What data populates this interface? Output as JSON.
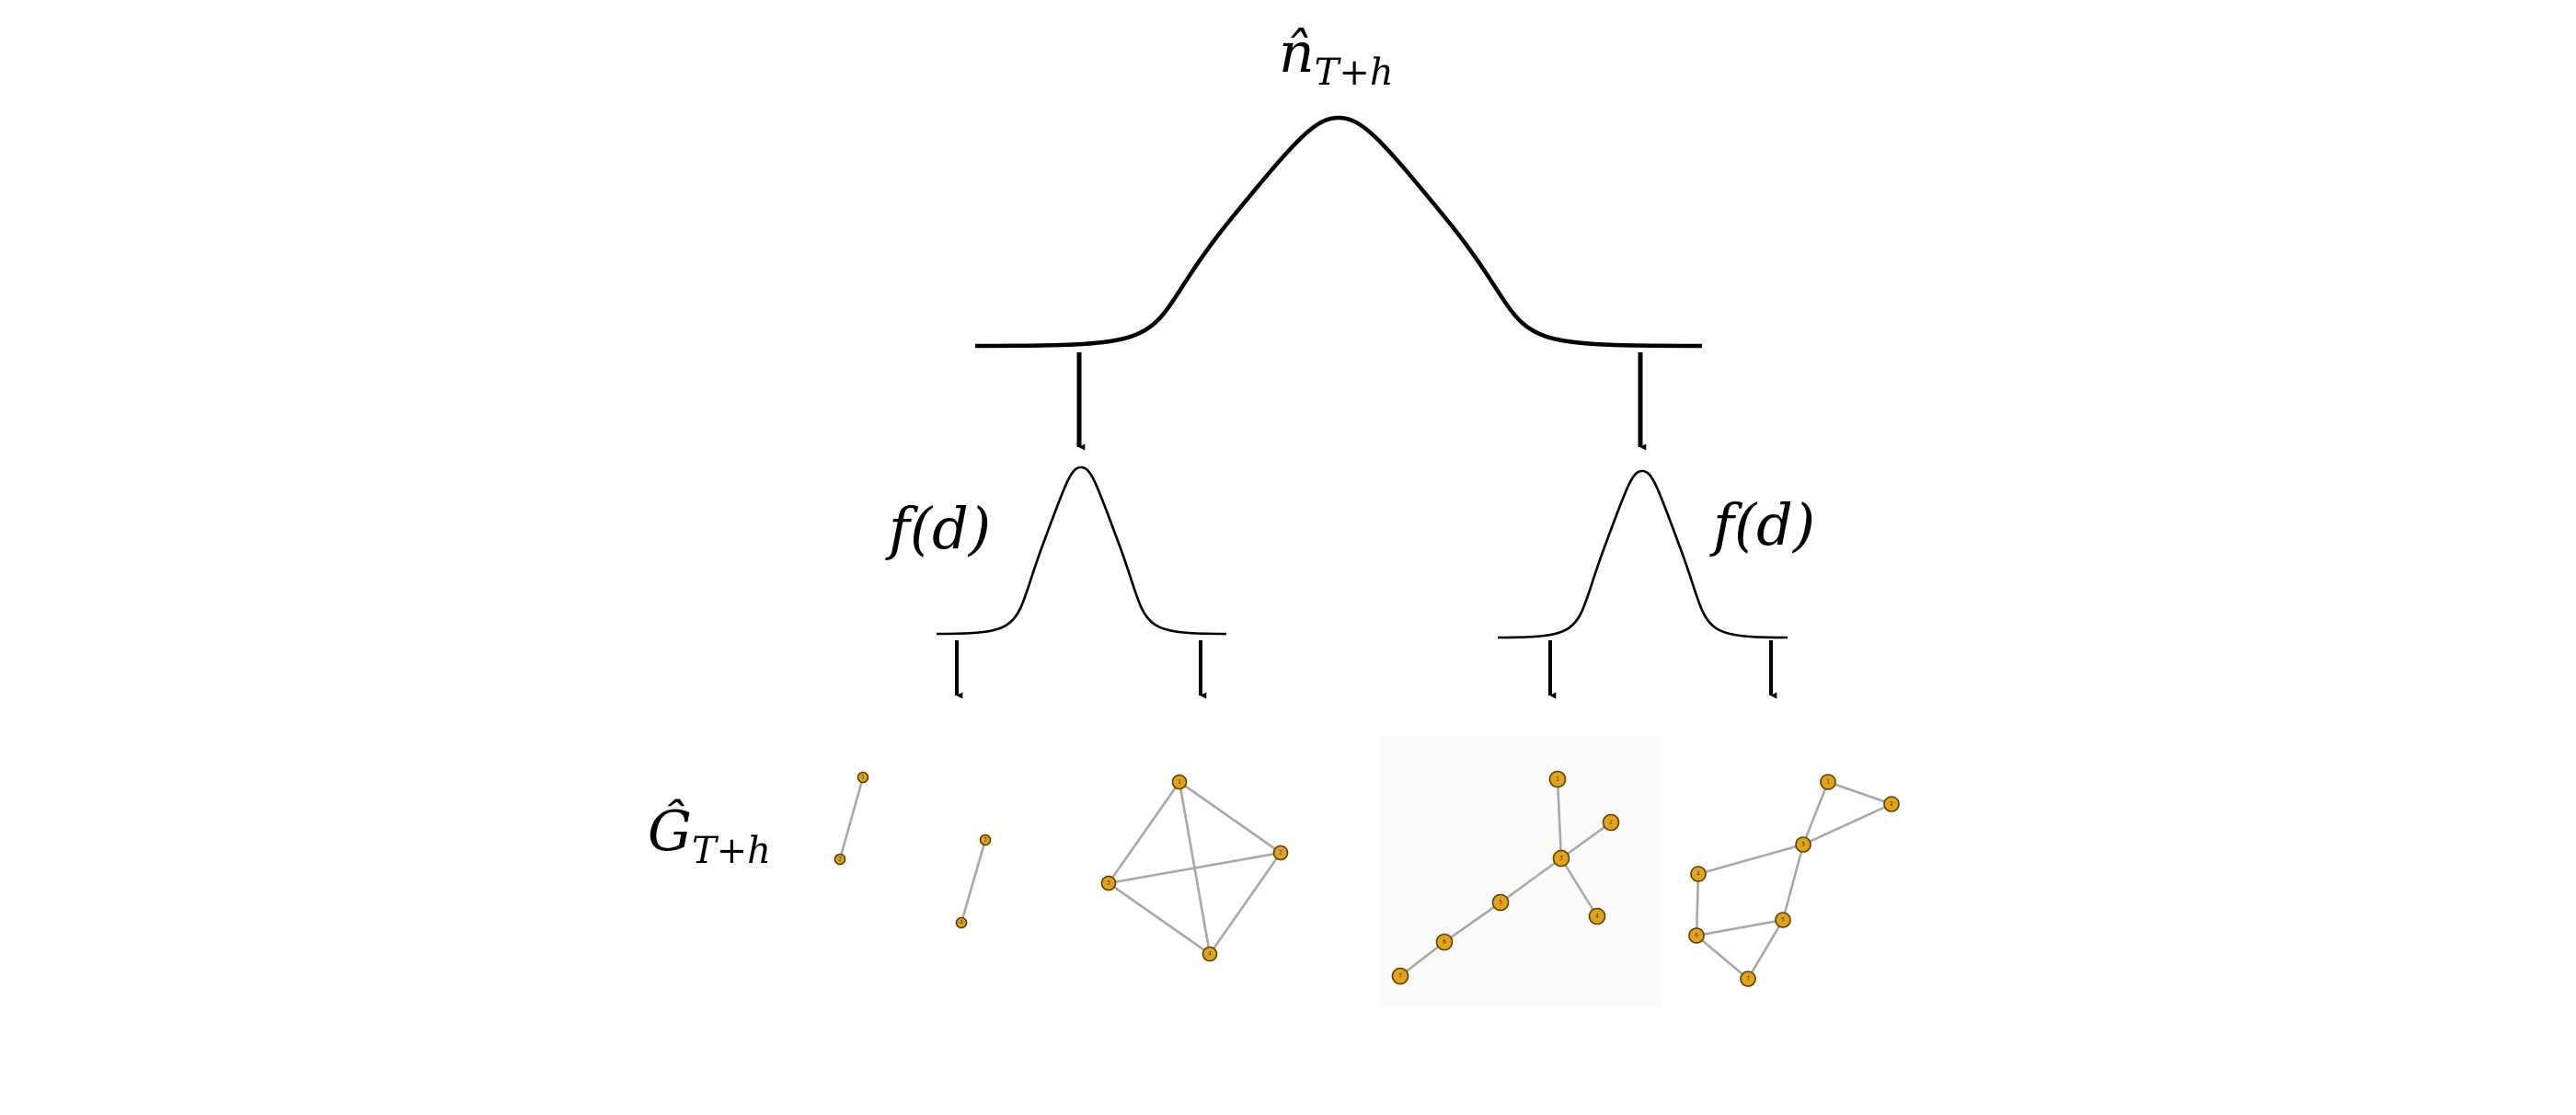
{
  "labels": {
    "top": {
      "base": "n̂",
      "sub": "T+h"
    },
    "left_dist": "f(d)",
    "right_dist": "f(d)",
    "graph": {
      "base": "Ĝ",
      "sub": "T+h"
    }
  },
  "colors": {
    "node_fill": "#e3a21a",
    "edge": "#a8a8a8",
    "curve": "#000000",
    "panel_bg": "#fafafa"
  },
  "graphs": [
    {
      "name": "graph-1",
      "nodes": [
        {
          "id": "a1",
          "label": "1"
        },
        {
          "id": "a2",
          "label": "2"
        },
        {
          "id": "a3",
          "label": "3"
        },
        {
          "id": "a4",
          "label": "4"
        }
      ],
      "edges": [
        [
          "a1",
          "a2"
        ],
        [
          "a3",
          "a4"
        ]
      ]
    },
    {
      "name": "graph-2",
      "nodes": [
        {
          "id": "b1",
          "label": "1"
        },
        {
          "id": "b2",
          "label": "2"
        },
        {
          "id": "b3",
          "label": "3"
        },
        {
          "id": "b4",
          "label": "4"
        }
      ],
      "edges": [
        [
          "b1",
          "b2"
        ],
        [
          "b1",
          "b3"
        ],
        [
          "b1",
          "b4"
        ],
        [
          "b2",
          "b3"
        ],
        [
          "b2",
          "b4"
        ],
        [
          "b3",
          "b4"
        ]
      ]
    },
    {
      "name": "graph-3",
      "nodes": [
        {
          "id": "c1",
          "label": "1"
        },
        {
          "id": "c2",
          "label": "2"
        },
        {
          "id": "c3",
          "label": "3"
        },
        {
          "id": "c4",
          "label": "4"
        },
        {
          "id": "c5",
          "label": "5"
        },
        {
          "id": "c6",
          "label": "6"
        },
        {
          "id": "c7",
          "label": "7"
        }
      ],
      "edges": [
        [
          "c1",
          "c3"
        ],
        [
          "c2",
          "c3"
        ],
        [
          "c3",
          "c4"
        ],
        [
          "c3",
          "c5"
        ],
        [
          "c5",
          "c6"
        ],
        [
          "c6",
          "c7"
        ]
      ]
    },
    {
      "name": "graph-4",
      "nodes": [
        {
          "id": "d1",
          "label": "1"
        },
        {
          "id": "d2",
          "label": "2"
        },
        {
          "id": "d3",
          "label": "3"
        },
        {
          "id": "d4",
          "label": "4"
        },
        {
          "id": "d5",
          "label": "5"
        },
        {
          "id": "d6",
          "label": "6"
        },
        {
          "id": "d7",
          "label": "7"
        }
      ],
      "edges": [
        [
          "d1",
          "d2"
        ],
        [
          "d1",
          "d3"
        ],
        [
          "d2",
          "d3"
        ],
        [
          "d3",
          "d4"
        ],
        [
          "d3",
          "d5"
        ],
        [
          "d4",
          "d6"
        ],
        [
          "d5",
          "d6"
        ],
        [
          "d5",
          "d7"
        ],
        [
          "d6",
          "d7"
        ]
      ]
    }
  ]
}
